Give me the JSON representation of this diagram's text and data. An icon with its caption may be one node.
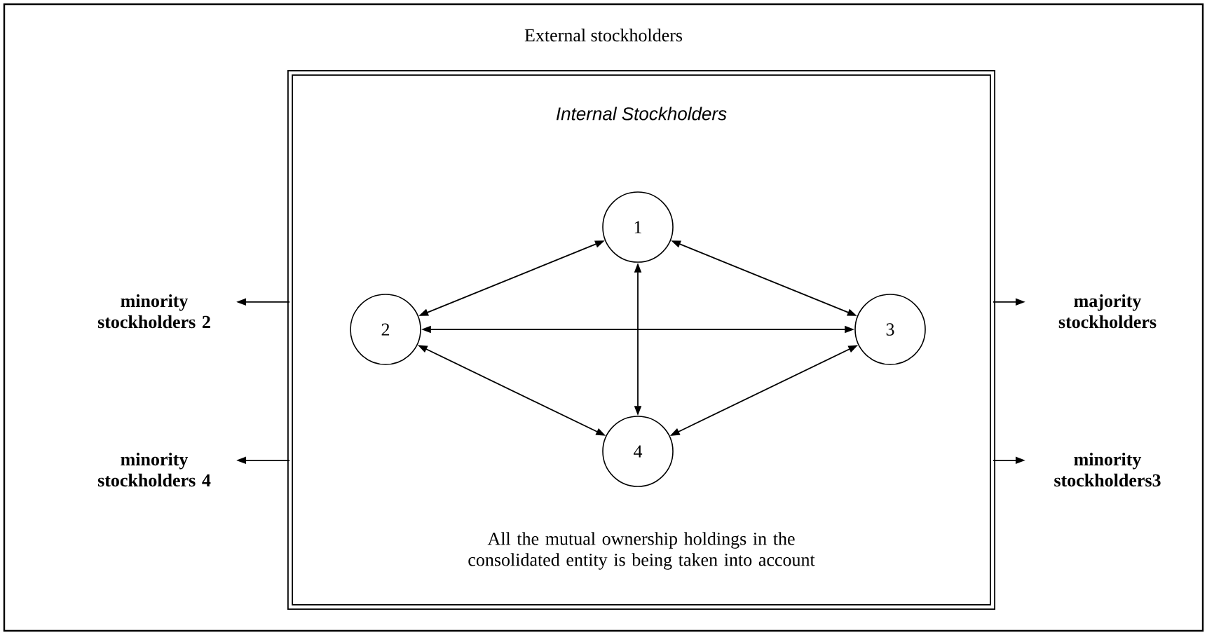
{
  "diagram": {
    "nodes": [
      {
        "text": [
          "External stockholders"
        ]
      },
      {
        "text": [
          "Internal Stockholders",
          "All the mutual ownership holdings in the consolidated entity is being taken into account"
        ],
        "in": 0
      },
      {
        "text": [
          "1"
        ],
        "in": 1
      },
      {
        "text": [
          "2"
        ],
        "in": 1
      },
      {
        "text": [
          "3"
        ],
        "in": 1
      },
      {
        "text": [
          "4"
        ],
        "in": 1
      },
      {
        "text": [
          "minority stockholders 2"
        ],
        "in": 0
      },
      {
        "text": [
          "majority stockholders"
        ],
        "in": 0
      },
      {
        "text": [
          "minority stockholders 4"
        ],
        "in": 0
      },
      {
        "text": [
          "minority stockholders3"
        ],
        "in": 0
      }
    ],
    "edges": [
      {
        "from": 2,
        "to": 3,
        "arrow": "both"
      },
      {
        "from": 2,
        "to": 4,
        "arrow": "both"
      },
      {
        "from": 2,
        "to": 5,
        "arrow": "both"
      },
      {
        "from": 3,
        "to": 4,
        "arrow": "both"
      },
      {
        "from": 3,
        "to": 5,
        "arrow": "both"
      },
      {
        "from": 4,
        "to": 5,
        "arrow": "both"
      },
      {
        "from": 1,
        "to": 6,
        "arrow": "to"
      },
      {
        "from": 1,
        "to": 7,
        "arrow": "to"
      },
      {
        "from": 1,
        "to": 8,
        "arrow": "to"
      },
      {
        "from": 1,
        "to": 9,
        "arrow": "to"
      }
    ]
  }
}
